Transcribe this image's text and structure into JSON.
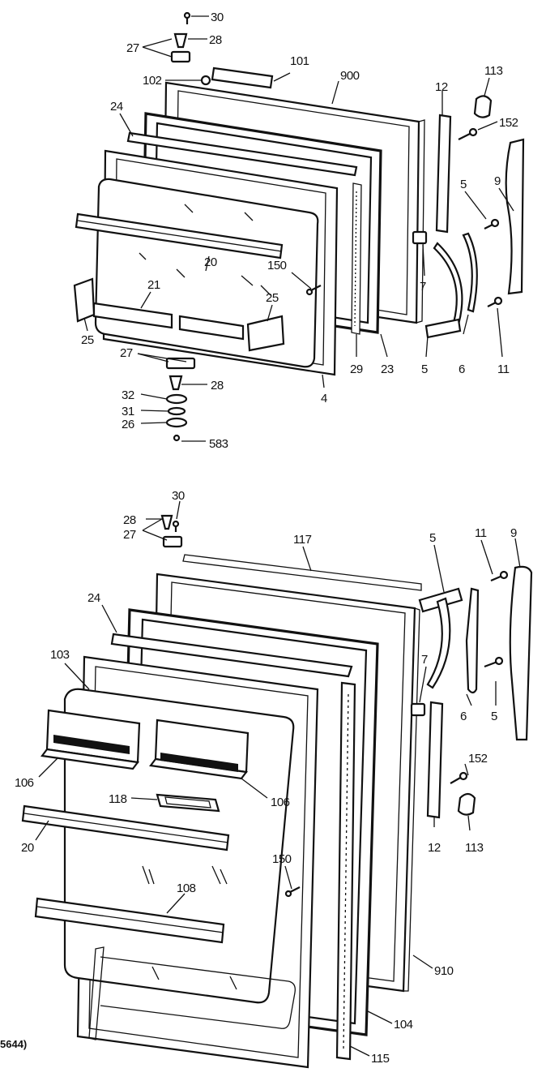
{
  "reference_note": "5644)",
  "upper_assembly": {
    "callouts": [
      "30",
      "28",
      "27",
      "101",
      "102",
      "900",
      "24",
      "12",
      "113",
      "152",
      "5",
      "9",
      "7",
      "150",
      "20",
      "21",
      "25",
      "25",
      "29",
      "23",
      "5",
      "6",
      "11",
      "4",
      "27",
      "28",
      "32",
      "31",
      "26",
      "583"
    ]
  },
  "lower_assembly": {
    "callouts": [
      "30",
      "28",
      "27",
      "117",
      "5",
      "11",
      "9",
      "24",
      "103",
      "7",
      "6",
      "5",
      "152",
      "106",
      "118",
      "106",
      "12",
      "113",
      "20",
      "150",
      "108",
      "910",
      "104",
      "115"
    ]
  }
}
